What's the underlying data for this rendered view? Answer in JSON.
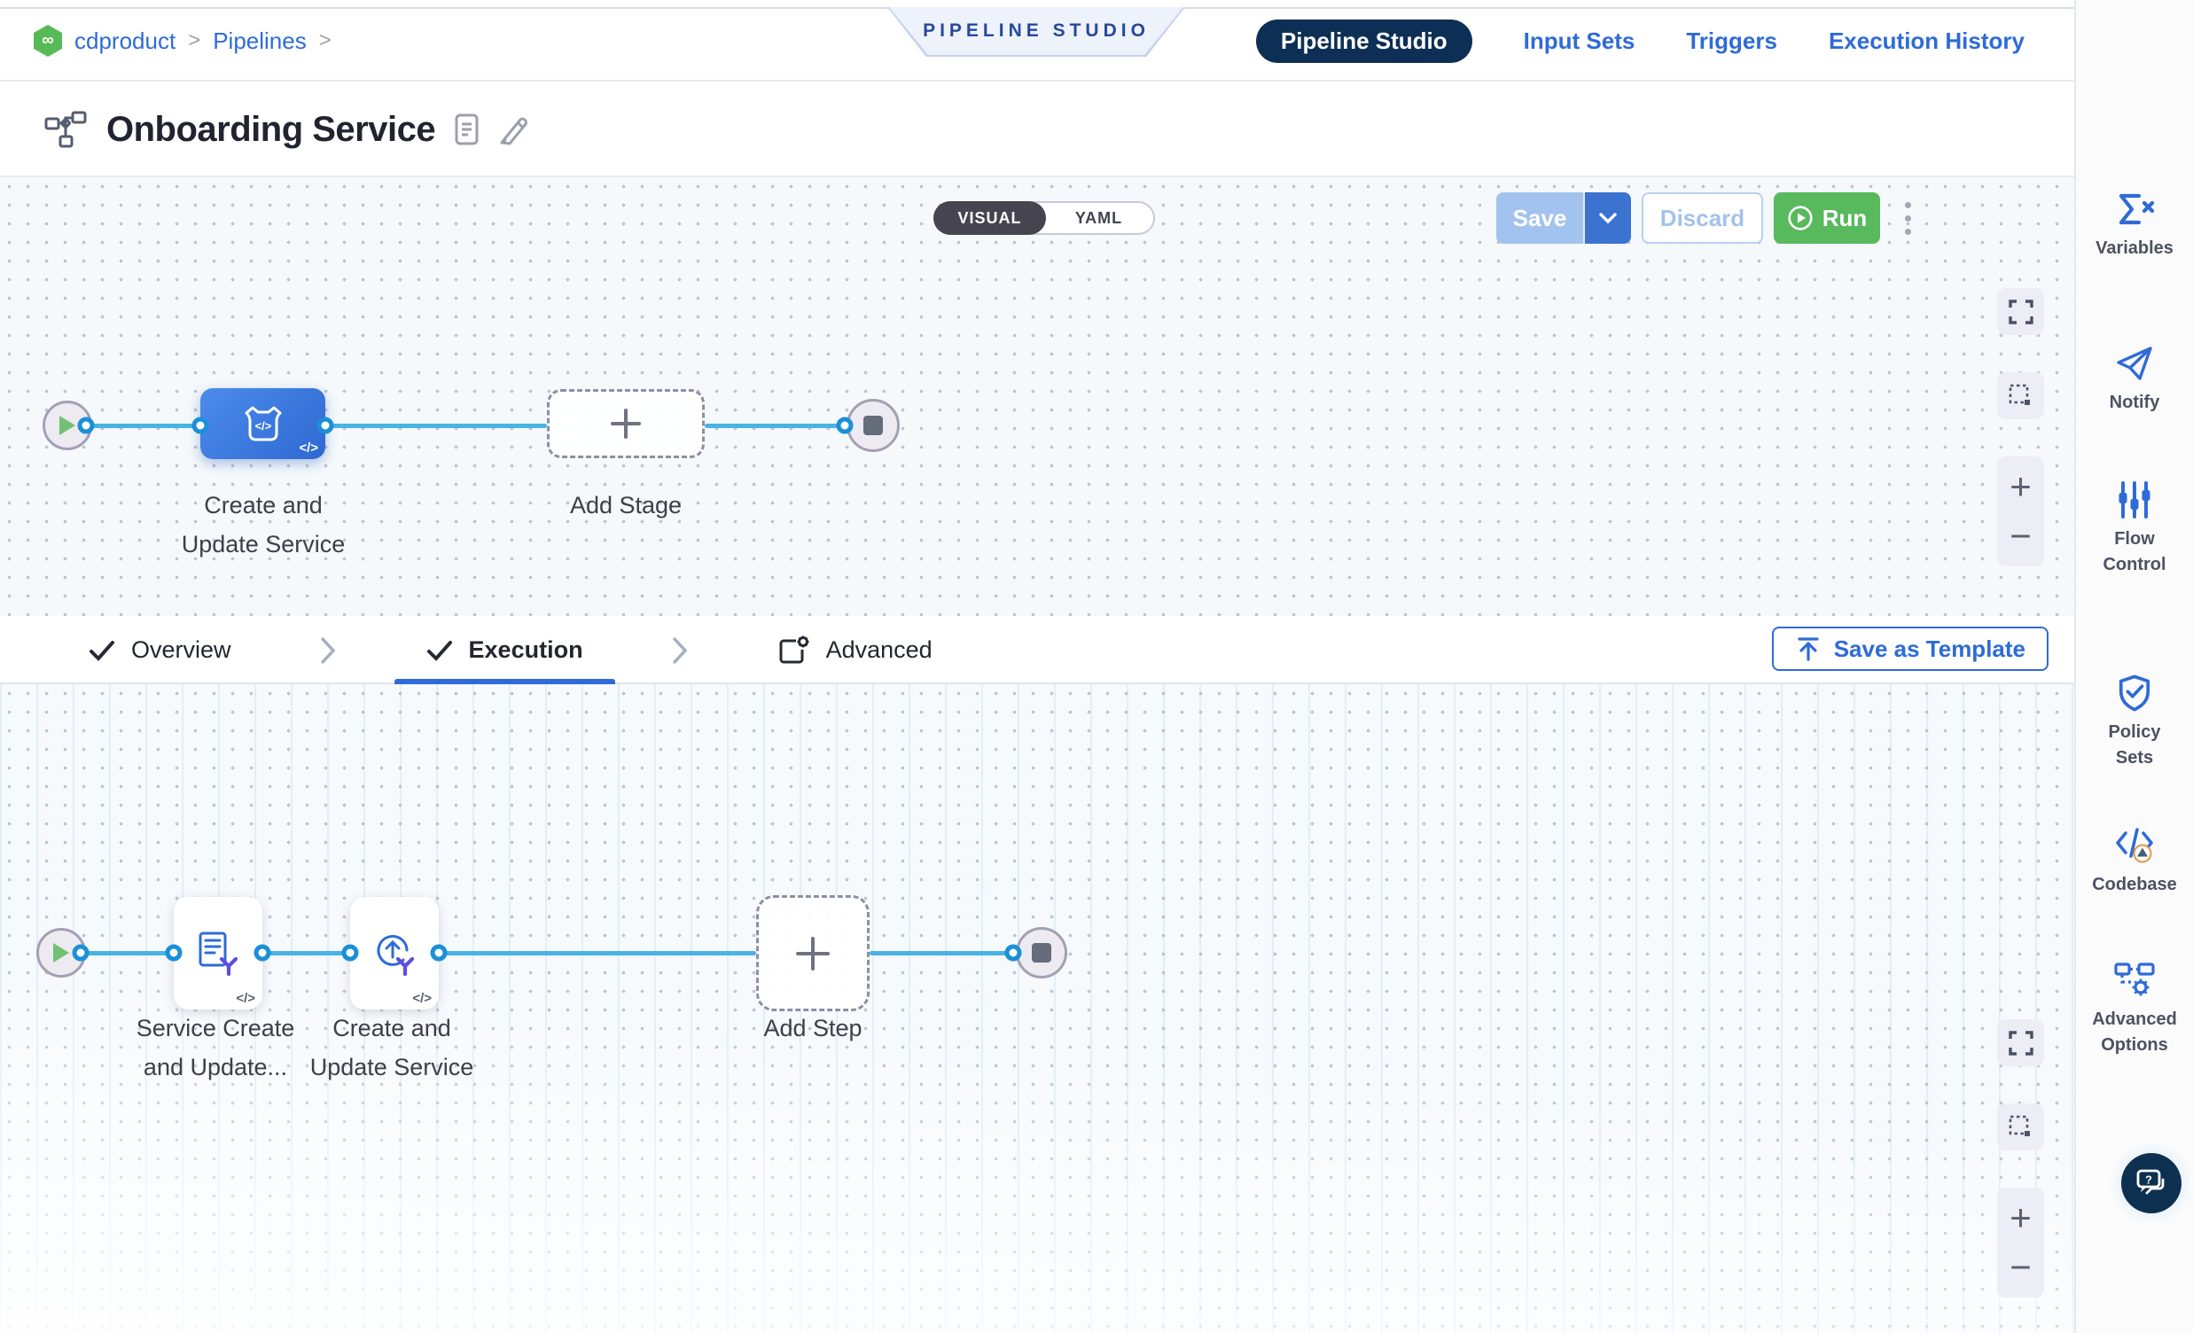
{
  "breadcrumb": {
    "project": "cdproduct",
    "separator": ">",
    "section": "Pipelines"
  },
  "studio_banner": "PIPELINE STUDIO",
  "top_nav": {
    "tabs": [
      {
        "label": "Pipeline Studio",
        "active": true
      },
      {
        "label": "Input Sets",
        "active": false
      },
      {
        "label": "Triggers",
        "active": false
      },
      {
        "label": "Execution History",
        "active": false
      }
    ]
  },
  "pipeline_header": {
    "title": "Onboarding Service",
    "view_toggle": {
      "visual": "VISUAL",
      "yaml": "YAML",
      "selected": "VISUAL"
    },
    "actions": {
      "save": "Save",
      "discard": "Discard",
      "run": "Run"
    }
  },
  "stage_canvas": {
    "stage": {
      "name_lines": [
        "Create and",
        "Update Service"
      ],
      "code_badge": "</>"
    },
    "add_stage": {
      "label": "Add Stage"
    }
  },
  "stage_tabs": {
    "overview": "Overview",
    "execution": "Execution",
    "advanced": "Advanced",
    "active": "Execution",
    "save_as_template": "Save as Template"
  },
  "execution_canvas": {
    "steps": [
      {
        "name_lines": [
          "Service Create",
          "and Update..."
        ],
        "code_badge": "</>"
      },
      {
        "name_lines": [
          "Create and",
          "Update Service"
        ],
        "code_badge": "</>"
      }
    ],
    "add_step": {
      "label": "Add Step"
    }
  },
  "right_sidebar": {
    "items": [
      {
        "label_lines": [
          "Variables",
          ""
        ]
      },
      {
        "label_lines": [
          "Notify",
          ""
        ]
      },
      {
        "label_lines": [
          "Flow",
          "Control"
        ]
      },
      {
        "label_lines": [
          "Policy",
          "Sets"
        ]
      },
      {
        "label_lines": [
          "Codebase",
          ""
        ]
      },
      {
        "label_lines": [
          "Advanced",
          "Options"
        ]
      }
    ]
  },
  "colors": {
    "accent_blue": "#2e6bd8",
    "navy_pill": "#0d2f55",
    "run_green": "#58b95d",
    "connector_blue": "#49b3e6",
    "logo_green": "#58b957",
    "stage_node_blue": "#3575dd"
  }
}
